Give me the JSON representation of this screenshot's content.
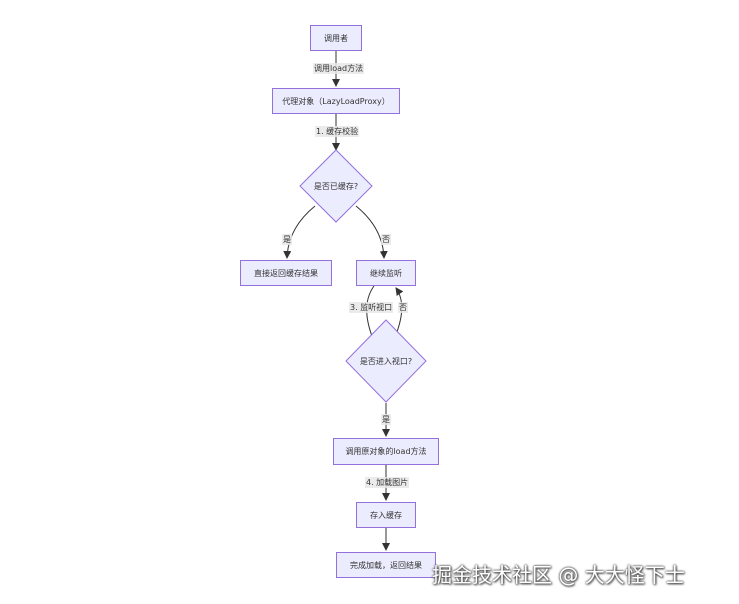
{
  "nodes": {
    "caller": "调用者",
    "proxy": "代理对象（LazyLoadProxy）",
    "is_cached": "是否已缓存?",
    "return_cache": "直接返回缓存结果",
    "keep_listening": "继续监听",
    "in_viewport": "是否进入视口?",
    "call_original": "调用原对象的load方法",
    "save_cache": "存入缓存",
    "done": "完成加载，返回结果"
  },
  "edges": {
    "call_load": "调用load方法",
    "check_cache": "1. 缓存校验",
    "yes_cached": "是",
    "no_cached": "否",
    "listen_viewport": "3. 监听视口",
    "no_viewport": "否",
    "yes_viewport": "是",
    "load_image": "4. 加载图片"
  },
  "watermark": "掘金技术社区 @ 大大怪下士",
  "colors": {
    "node_fill": "#ececff",
    "node_border": "#9370db",
    "edge": "#333333"
  }
}
